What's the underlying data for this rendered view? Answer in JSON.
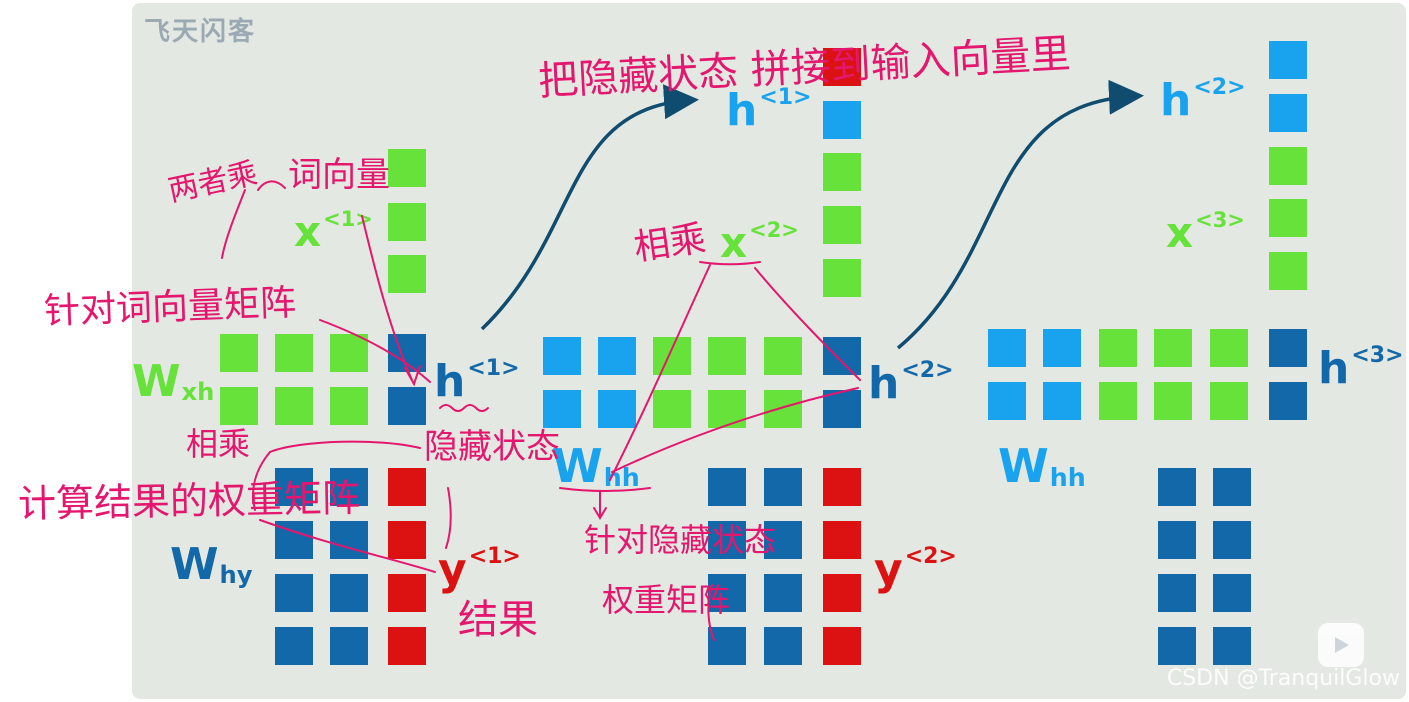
{
  "brand": "飞天闪客",
  "watermark": "CSDN @TranquilGlow",
  "colors": {
    "green": "#66e23a",
    "light_blue": "#19a3ef",
    "dark_blue": "#1268a9",
    "red": "#dc1212",
    "annotation": "#e4166d",
    "arrow": "#0f4c70"
  },
  "diagram": {
    "step1": {
      "x_base": "x",
      "x_sup": "<1>",
      "h_base": "h",
      "h_sup": "<1>",
      "y_base": "y",
      "y_sup": "<1>",
      "wxh_base": "W",
      "wxh_sub": "xh",
      "why_base": "W",
      "why_sub": "hy"
    },
    "step2": {
      "h_prev_base": "h",
      "h_prev_sup": "<1>",
      "x_base": "x",
      "x_sup": "<2>",
      "h_base": "h",
      "h_sup": "<2>",
      "y_base": "y",
      "y_sup": "<2>",
      "whh_base": "W",
      "whh_sub": "hh"
    },
    "step3": {
      "h_prev_base": "h",
      "h_prev_sup": "<2>",
      "x_base": "x",
      "x_sup": "<3>",
      "h_base": "h",
      "h_sup": "<3>",
      "whh_base": "W",
      "whh_sub": "hh"
    }
  },
  "annotations": {
    "top": "把隐藏状态 拼接到输入向量里",
    "two_multiply": "两者乘",
    "word_vector": "词向量",
    "word_matrix": "针对词向量矩阵",
    "multiply_1": "相乘",
    "multiply_2": "相乘",
    "hidden_state": "隐藏状态",
    "result_weight": "计算结果的权重矩阵",
    "result": "结果",
    "hidden_weight_1": "针对隐藏状态",
    "hidden_weight_2": "权重矩阵"
  }
}
